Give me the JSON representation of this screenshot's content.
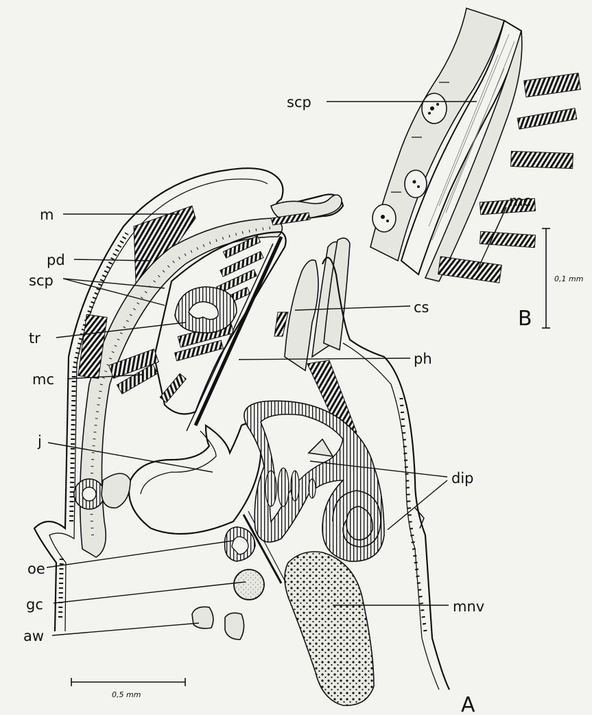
{
  "labels": {
    "m": "m",
    "pd": "pd",
    "scp_a": "scp",
    "tr": "tr",
    "mc_a": "mc",
    "j": "j",
    "oe": "oe",
    "gc": "gc",
    "aw": "aw",
    "cs": "cs",
    "ph": "ph",
    "dip": "dip",
    "mnv": "mnv",
    "scp_b": "scp",
    "mc_b": "mc"
  },
  "panels": {
    "a": "A",
    "b": "B"
  },
  "scales": {
    "a": "0,5 mm",
    "b": "0,1 mm"
  }
}
